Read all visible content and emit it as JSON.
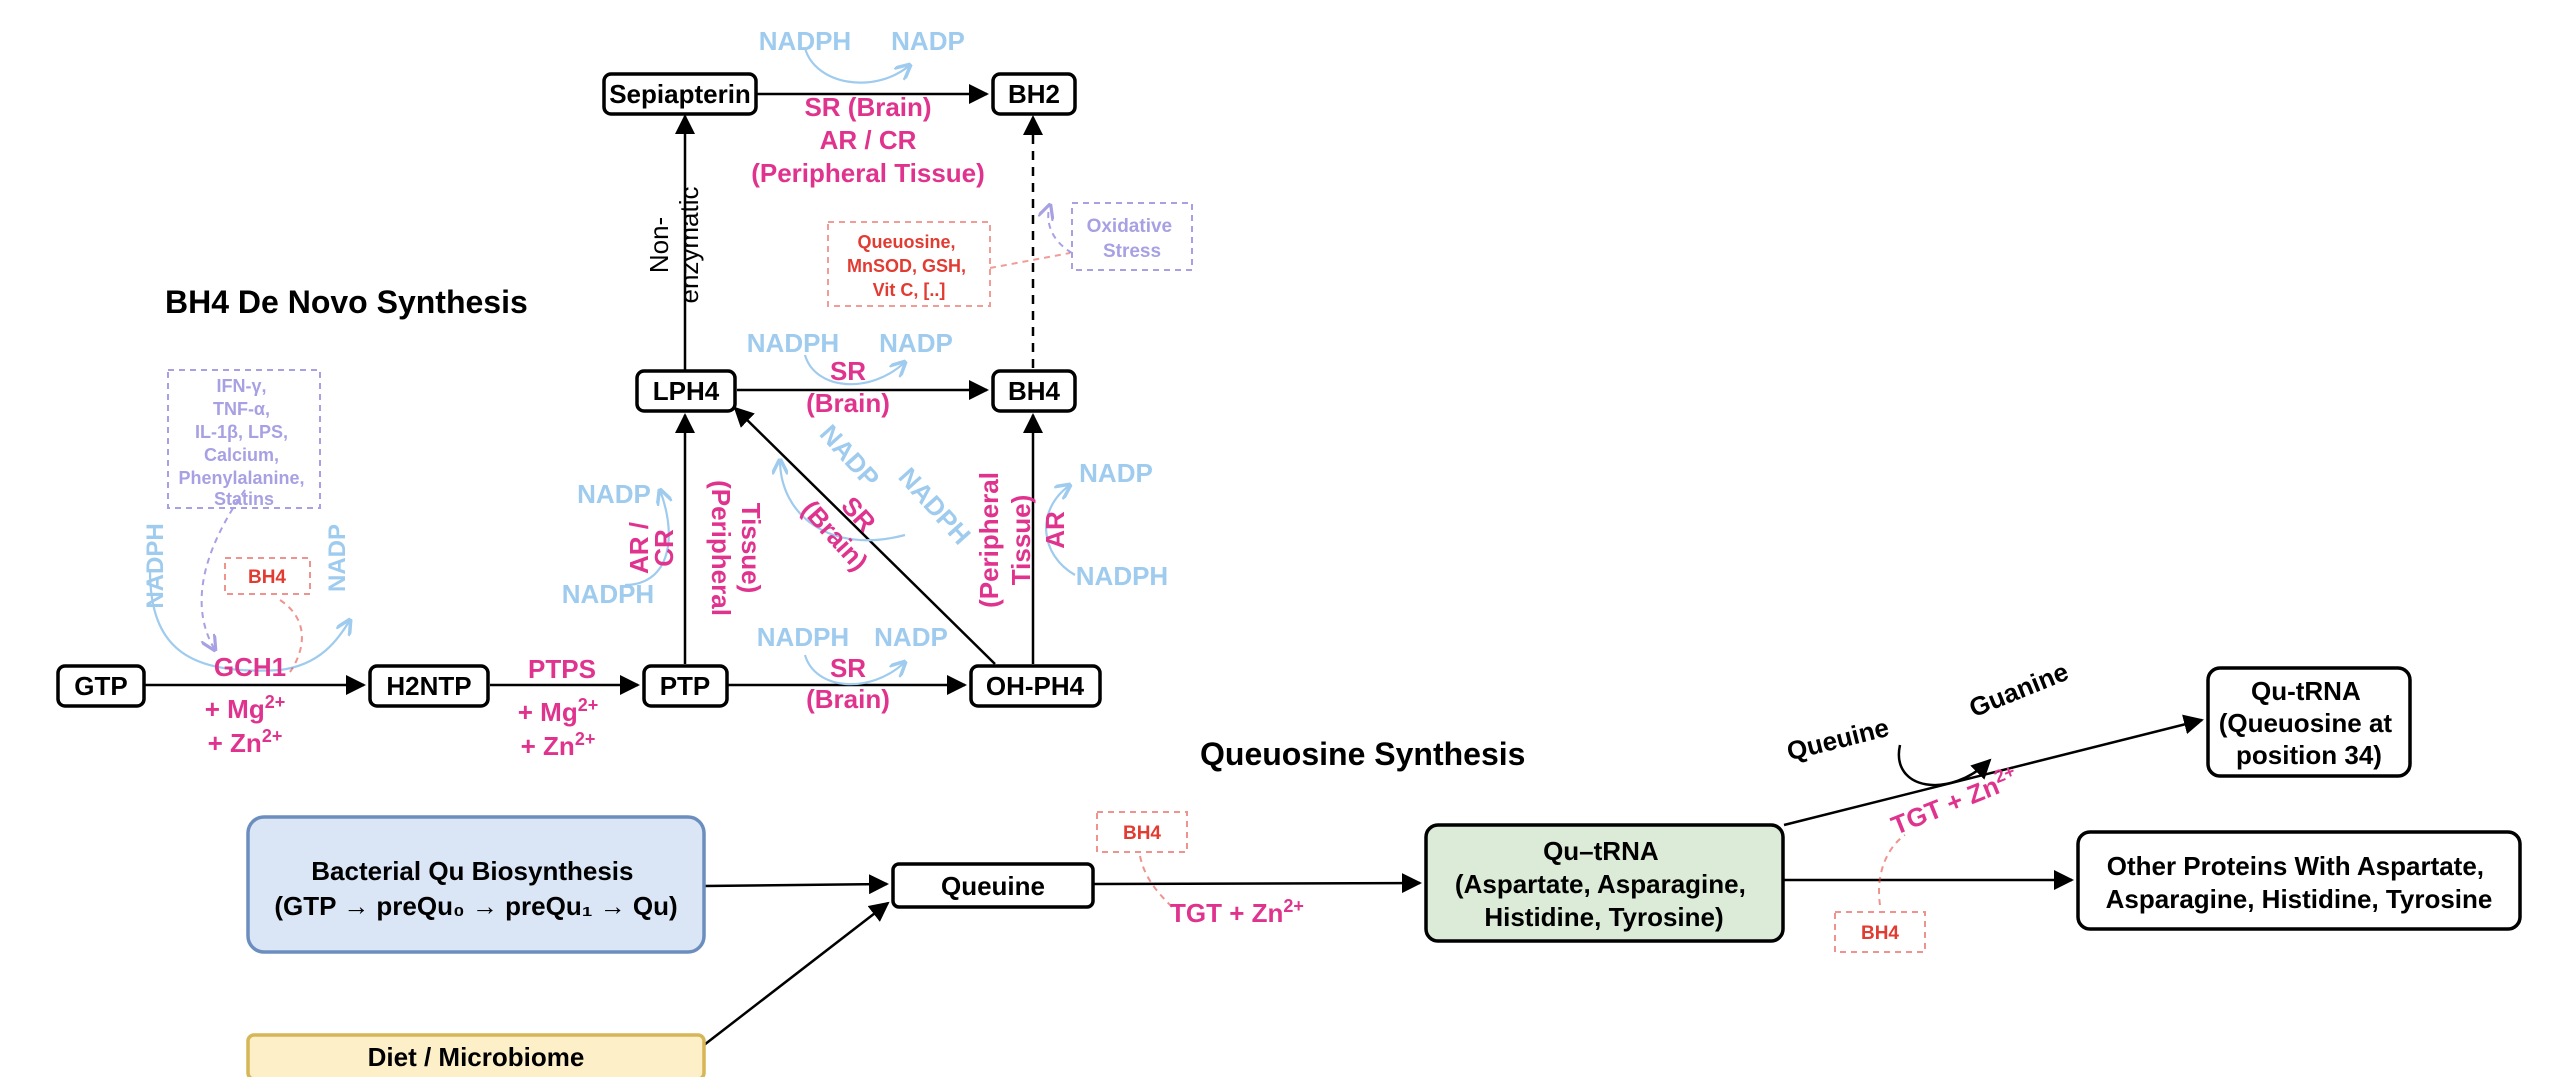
{
  "colors": {
    "enzyme": "#e0338e",
    "cofactor": "#9ecbee",
    "stimulus": "#a7a1e4",
    "bh4_tag": "#e23b32",
    "qu_trna_fill": "#dcebd7",
    "bacterial_fill": "#dae6f5",
    "diet_fill": "#fdf0c8"
  },
  "titles": {
    "bh4_de_novo": "BH4 De Novo Synthesis",
    "queuosine": "Queuosine Synthesis"
  },
  "nodes": {
    "gtp": "GTP",
    "h2ntp": "H2NTP",
    "ptp": "PTP",
    "oh_ph4": "OH-PH4",
    "lph4": "LPH4",
    "bh4": "BH4",
    "sepiapterin": "Sepiapterin",
    "bh2": "BH2",
    "queuine": "Queuine",
    "bacterial": [
      "Bacterial Qu Biosynthesis",
      "(GTP → preQu₀ → preQu₁ → Qu)"
    ],
    "diet": "Diet / Microbiome",
    "qu_trna_center": [
      "Qu–tRNA",
      "(Aspartate, Asparagine,",
      "Histidine, Tyrosine)"
    ],
    "qu_trna_final": [
      "Qu-tRNA",
      "(Queuosine at",
      "position 34)"
    ],
    "other_proteins": [
      "Other Proteins With Aspartate,",
      "Asparagine, Histidine, Tyrosine"
    ]
  },
  "enzymes": {
    "gch1": "GCH1",
    "mg": "+ Mg",
    "zn": "+ Zn",
    "ion_superscript": "2+",
    "ptps": "PTPS",
    "sr": "SR",
    "brain": "(Brain)",
    "ar_cr": "AR /",
    "cr": "CR",
    "ar": "AR",
    "peripheral": "(Peripheral",
    "tissue": "Tissue)",
    "sr_brain_top": "SR (Brain)",
    "ar_cr_top": "AR / CR",
    "peripheral_tissue_top": "(Peripheral Tissue)",
    "tgt_zn": "TGT + Zn"
  },
  "cofactors": {
    "nadph": "NADPH",
    "nadp": "NADP"
  },
  "annotations": {
    "stimuli_box": [
      "IFN-γ,",
      "TNF-α,",
      "IL-1β, LPS,",
      "Calcium,",
      "Phenylalanine,",
      "Statins"
    ],
    "bh4_tag": "BH4",
    "antioxidants": [
      "Queuosine,",
      "MnSOD, GSH,",
      "Vit C, [..]"
    ],
    "oxidative_stress": [
      "Oxidative",
      "Stress"
    ],
    "non_enzymatic": [
      "Non-",
      "enzymatic"
    ],
    "queuine_in": "Queuine",
    "guanine_out": "Guanine"
  }
}
